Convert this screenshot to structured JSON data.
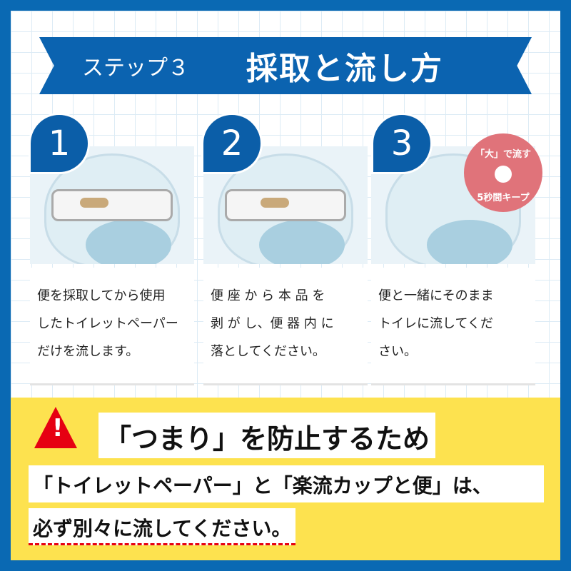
{
  "banner": {
    "step": "ステップ３",
    "title": "採取と流し方"
  },
  "steps": [
    {
      "number": "1",
      "text": "便を採取してから使用\nしたトイレットペーパー\nだけを流します。"
    },
    {
      "number": "2",
      "text": "便 座 か ら 本 品 を\n剥 が し、便 器 内 に\n落としてください。"
    },
    {
      "number": "3",
      "text": "便と一緒にそのまま\nトイレに流してくだ\nさい。"
    }
  ],
  "bubble": {
    "top": "「大」で流す",
    "bottom": "5秒間キープ"
  },
  "warning": {
    "line1": "「つまり」を防止するため",
    "line2": "「トイレットペーパー」と「楽流カップと便」は、",
    "line3": "必ず別々に流してください。",
    "accent_color": "#e60012"
  },
  "colors": {
    "frame": "#0a69b3",
    "yellow": "#fde24f"
  }
}
